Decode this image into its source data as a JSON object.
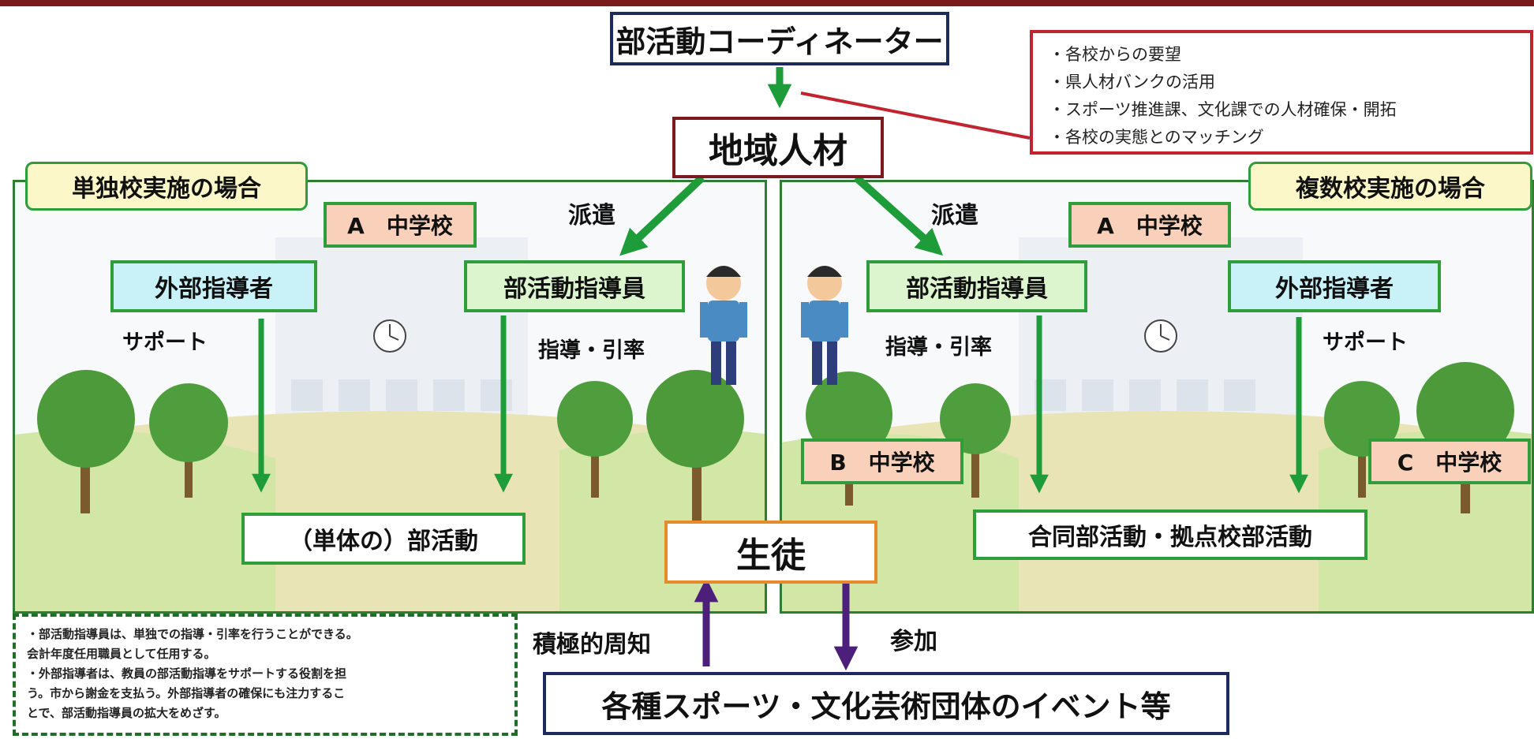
{
  "coordinator": "部活動コーディネーター",
  "local_talent": "地域人材",
  "coordinator_tasks": [
    "・各校からの要望",
    "・県人材バンクの活用",
    "・スポーツ推進課、文化課での人材確保・開拓",
    "・各校の実態とのマッチング"
  ],
  "left_panel": {
    "title": "単独校実施の場合",
    "dispatch": "派遣",
    "school_a": "A　中学校",
    "external_coach": "外部指導者",
    "club_instructor": "部活動指導員",
    "support": "サポート",
    "guidance": "指導・引率",
    "club_activity": "（単体の）部活動"
  },
  "right_panel": {
    "title": "複数校実施の場合",
    "dispatch": "派遣",
    "school_a": "A　中学校",
    "school_b": "B　中学校",
    "school_c": "C　中学校",
    "club_instructor": "部活動指導員",
    "external_coach": "外部指導者",
    "guidance": "指導・引率",
    "support": "サポート",
    "joint_activity": "合同部活動・拠点校部活動"
  },
  "students": "生徒",
  "promotion": "積極的周知",
  "participation": "参加",
  "events": "各種スポーツ・文化芸術団体のイベント等",
  "note_lines": [
    "・部活動指導員は、単独での指導・引率を行うことができる。",
    "会計年度任用職員として任用する。",
    "・外部指導者は、教員の部活動指導をサポートする役割を担",
    "う。市から謝金を支払う。外部指導者の確保にも注力するこ",
    "とで、部活動指導員の拡大をめざす。"
  ],
  "colors": {
    "green_arrow": "#1f9c3a",
    "purple_arrow": "#4b1f7a",
    "red_border": "#c0242e",
    "navy_border": "#1c2a5e",
    "maroon_border": "#7a1a1a",
    "orange_border": "#e8892b",
    "panel_border": "#2e7d32"
  }
}
